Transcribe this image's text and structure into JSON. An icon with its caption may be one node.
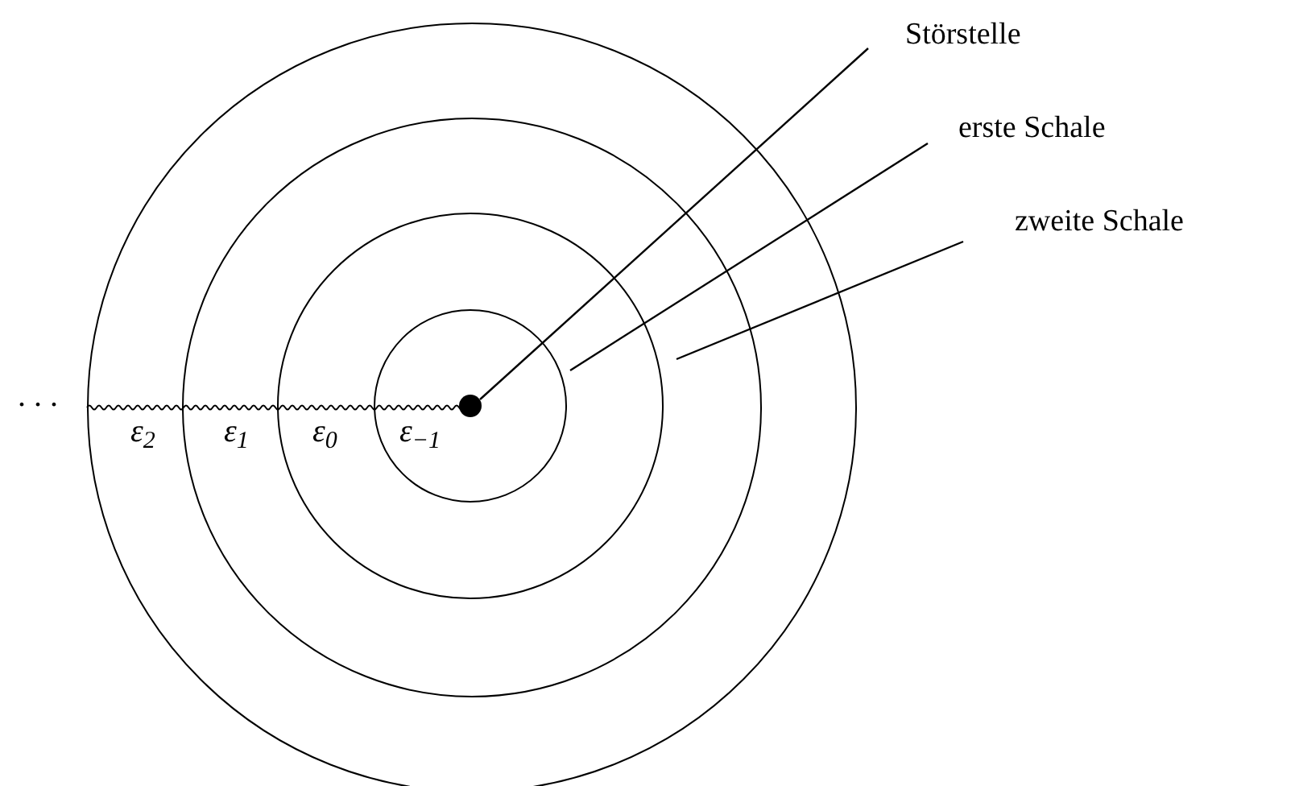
{
  "diagram": {
    "nodes": [
      {
        "text": [
          "Störstelle"
        ]
      },
      {
        "text": [
          "erste Schale"
        ]
      },
      {
        "text": [
          "zweite Schale"
        ]
      },
      {
        "text": [],
        "shape": "circle"
      },
      {
        "text": [],
        "shape": "circle",
        "in": 3
      },
      {
        "text": [],
        "shape": "circle",
        "in": 4
      },
      {
        "text": [],
        "shape": "circle",
        "in": 5
      },
      {
        "text": [],
        "shape": "circle",
        "in": 6
      }
    ],
    "edges": [
      {
        "from": 0,
        "to": 7,
        "arrow": "none"
      },
      {
        "from": 1,
        "to": 5,
        "arrow": "none"
      },
      {
        "from": 2,
        "to": 4,
        "arrow": "none"
      }
    ],
    "labels": [
      "...",
      "ε$_{2}$",
      "ε$_{1}$",
      "ε$_{0}$",
      "ε$_{−1}$"
    ]
  }
}
